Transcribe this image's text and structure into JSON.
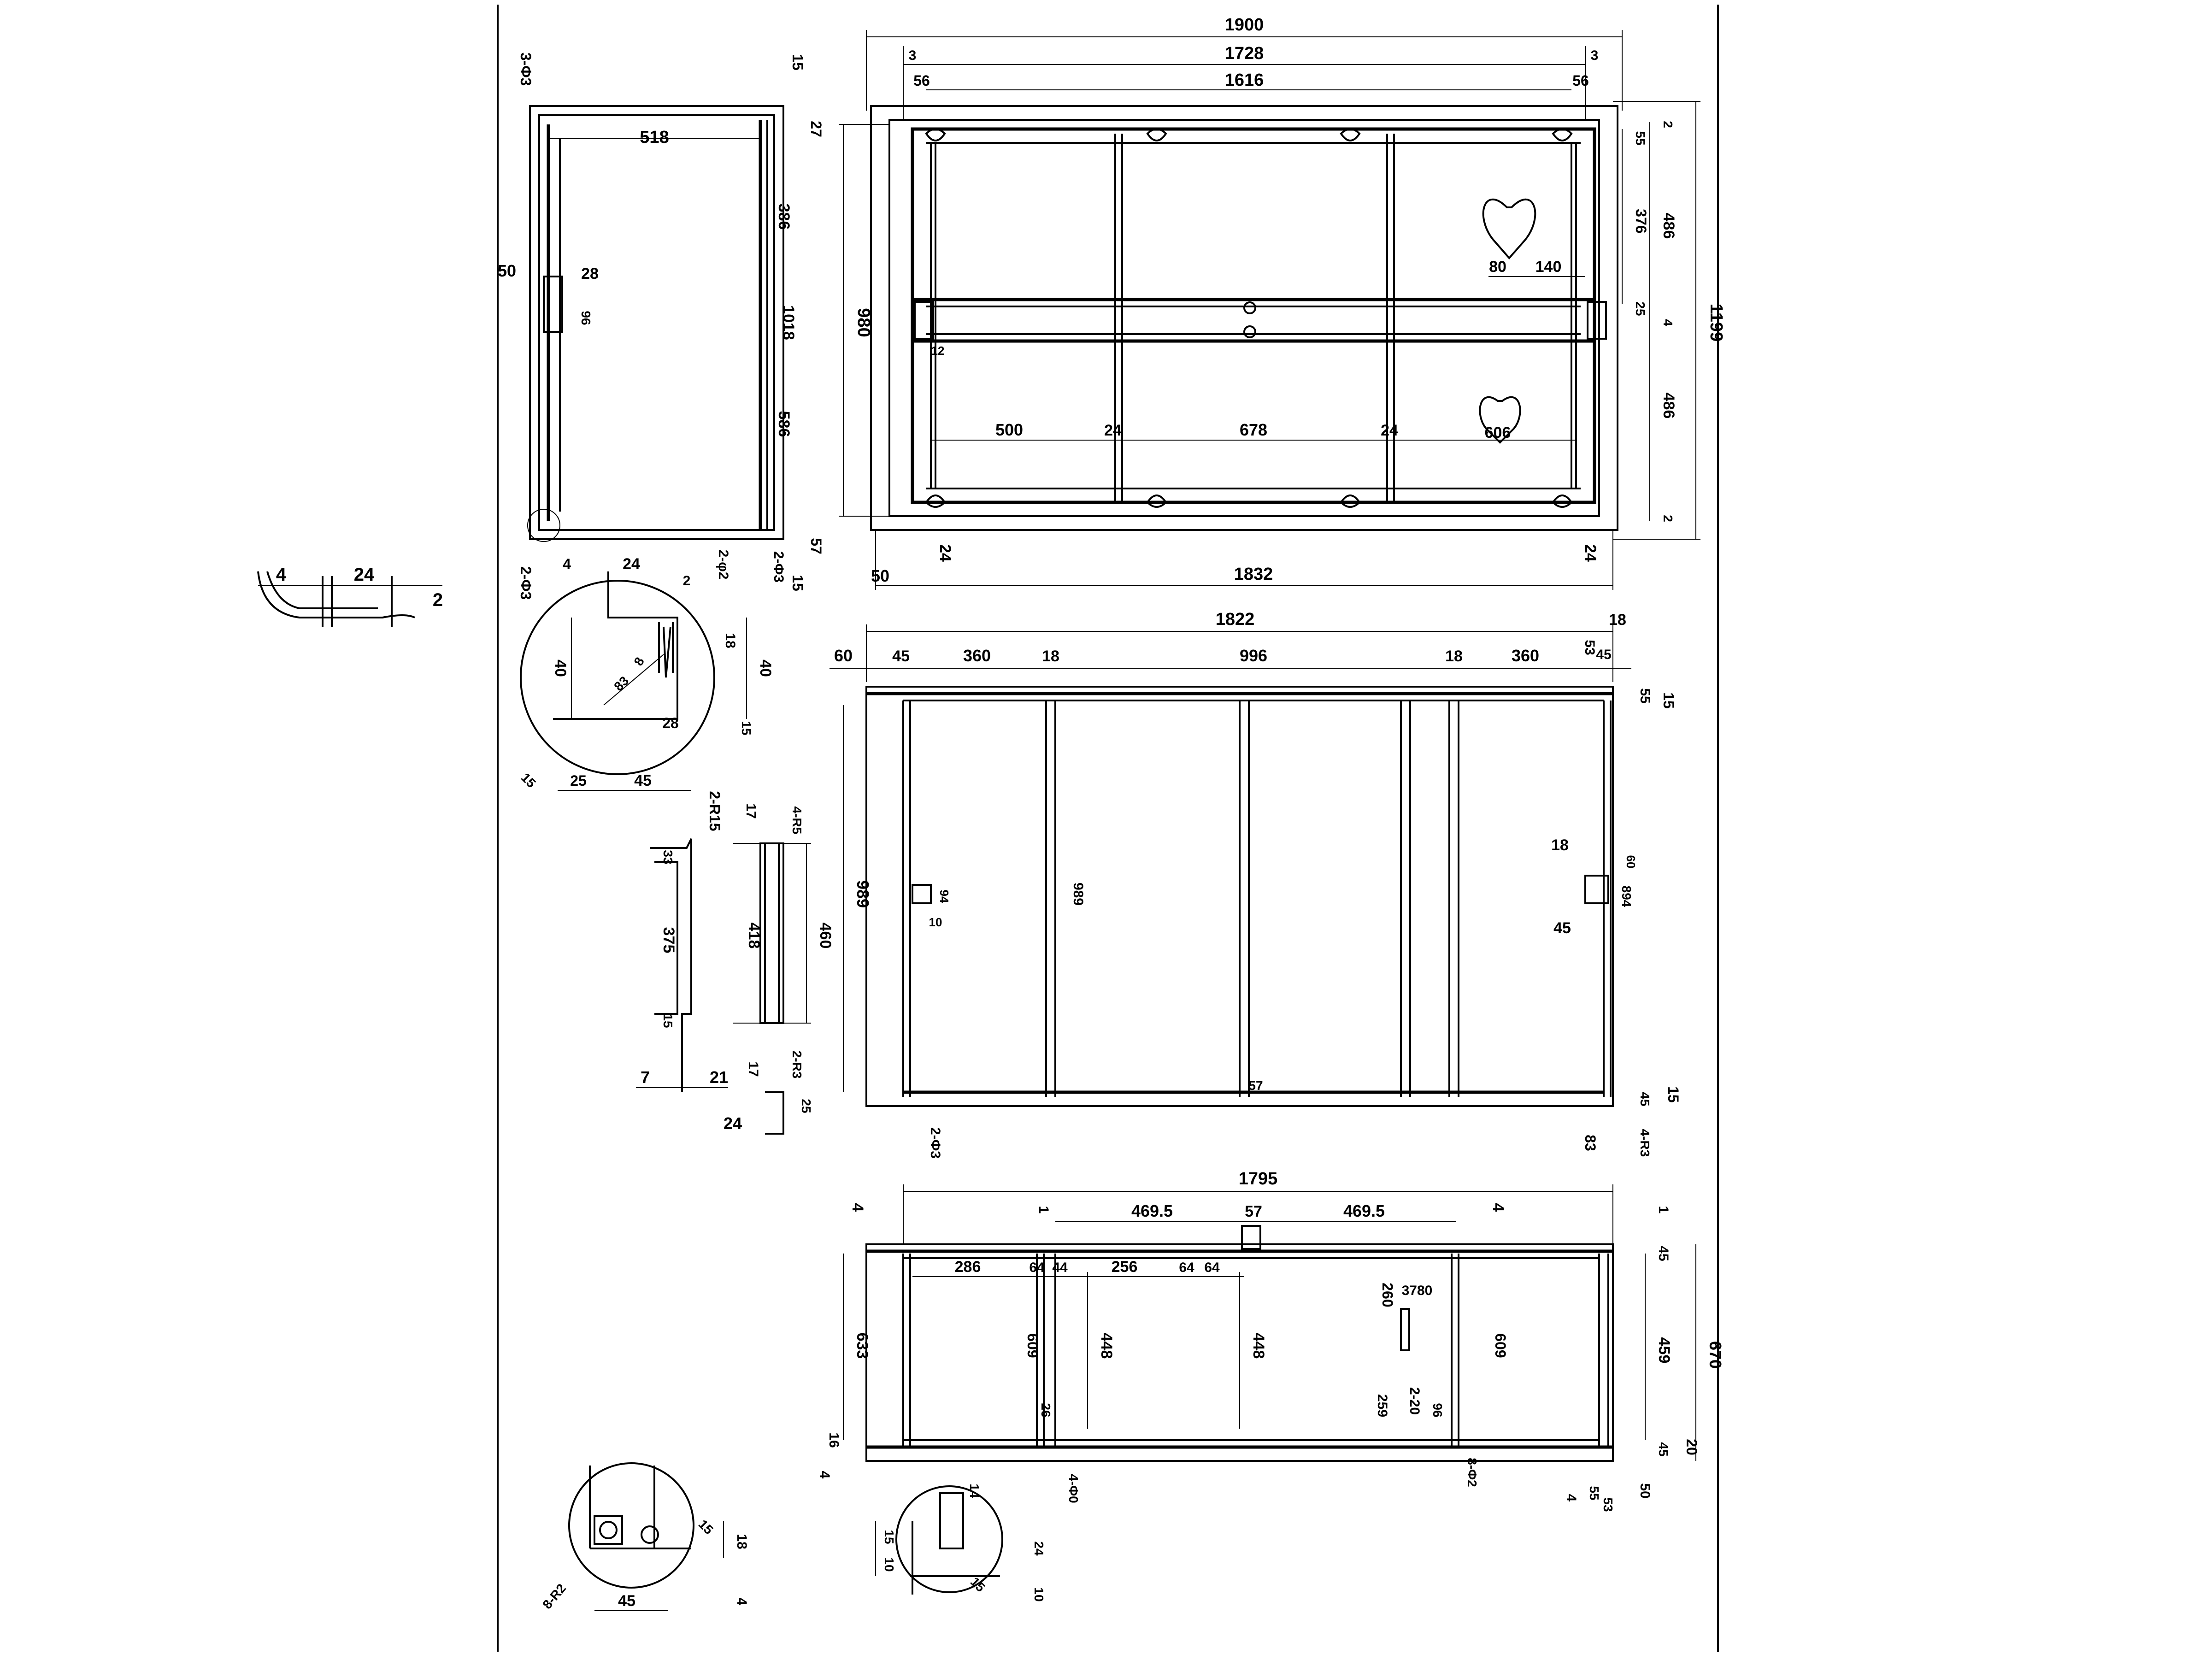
{
  "drawing": {
    "top_view": {
      "overall_width": "1900",
      "inner_width": "1728",
      "rail_width": "1616",
      "bottom_width": "1832",
      "left_offset_top": "56",
      "right_offset_top": "56",
      "marker_a": "3",
      "marker_b": "3",
      "left_margin": "50",
      "height_overall": "1199",
      "height_inner": "980",
      "upper_bay": "486",
      "upper_sub": "376",
      "lower_bay": "486",
      "top_offset": "55",
      "top_gap": "2",
      "mid_gap": "4",
      "mid_rail": "25",
      "bottom_gap": "2",
      "heart_w": "80",
      "heart_off": "140",
      "heart_lower": "606",
      "span_left": "500",
      "span_mid": "678",
      "slat_a": "24",
      "slat_b": "24",
      "leg_l": "24",
      "leg_r": "24",
      "small_mark": "12"
    },
    "side_view": {
      "width_518": "518",
      "top_15": "15",
      "label_3_83": "3-Φ3",
      "label_27": "27",
      "h_386": "386",
      "h_1018": "1018",
      "h_586": "586",
      "left_50": "50",
      "w_28": "28",
      "w_96": "96",
      "bot_57": "57",
      "bot_2_83": "2-Φ3",
      "bot_15": "15",
      "left_2_83": "2-Φ3"
    },
    "detail_circle": {
      "w_4": "4",
      "w_24": "24",
      "w_2": "2",
      "label_2phi2": "2-φ2",
      "h_40_left": "40",
      "h_40_right": "40",
      "h_18": "18",
      "w_28": "28",
      "h_15": "15",
      "w_25": "25",
      "w_45": "45",
      "angle_15": "15",
      "r_8": "8",
      "r_83": "83"
    },
    "inset_profile": {
      "w_4": "4",
      "w_24": "24",
      "w_2": "2"
    },
    "bracket_a": {
      "label_2_r15": "2-R15",
      "h_33": "33",
      "h_375": "375",
      "h_15": "15",
      "w_7": "7",
      "w_21": "21"
    },
    "bracket_b": {
      "label_4_r5": "4-R5",
      "h_17_top": "17",
      "h_418": "418",
      "h_460": "460",
      "h_17_bot": "17",
      "label_2_r3": "2-R3",
      "h_25": "25",
      "w_24": "24"
    },
    "front_view": {
      "overall": "1822",
      "right_18": "18",
      "left_60": "60",
      "left_45": "45",
      "bay_360_l": "360",
      "sep_18_l": "18",
      "bay_996": "996",
      "sep_18_r": "18",
      "bay_360_r": "360",
      "right_53": "53",
      "right_45": "45",
      "right_55": "55",
      "right_15_top": "15",
      "height_989": "989",
      "inner_989": "989",
      "height_894": "894",
      "left_94": "94",
      "left_10": "10",
      "right_18_mid": "18",
      "right_45_mid": "45",
      "right_60": "60",
      "bot_2_83": "2-Φ3",
      "bot_83": "83",
      "bot_45": "45",
      "bot_4_r3": "4-R3",
      "bot_15": "15",
      "bot_57": "57"
    },
    "lower_view": {
      "overall": "1795",
      "left_4": "4",
      "top_1": "1",
      "span_469_l": "469.5",
      "center_57": "57",
      "span_469_r": "469.5",
      "right_4": "4",
      "right_1": "1",
      "right_45": "45",
      "w_286": "286",
      "w_64_a": "64",
      "w_44": "44",
      "w_256": "256",
      "w_64_b": "64",
      "w_64_c": "64",
      "h_260": "260",
      "label_3780": "3780",
      "h_633": "633",
      "h_609_l": "609",
      "h_448_a": "448",
      "h_448_b": "448",
      "h_609_r": "609",
      "h_459": "459",
      "h_670": "670",
      "h_26": "26",
      "h_259": "259",
      "label_2_20": "2-20",
      "h_96": "96",
      "left_16": "16",
      "left_4_b": "4",
      "label_4_60": "4-Φ0",
      "label_8_52": "8-Φ2",
      "bot_4": "4",
      "bot_55": "55",
      "bot_50": "50",
      "right_20": "20",
      "right_45_b": "45",
      "right_53": "53"
    },
    "detail_small_left": {
      "h_18": "18",
      "w_45": "45",
      "h_4": "4",
      "angle": "15",
      "label_8_r2": "8-R2"
    },
    "detail_small_right": {
      "h_15": "15",
      "h_10": "10",
      "w_14": "14",
      "h_24": "24",
      "h_10_b": "10",
      "angle": "15"
    }
  }
}
